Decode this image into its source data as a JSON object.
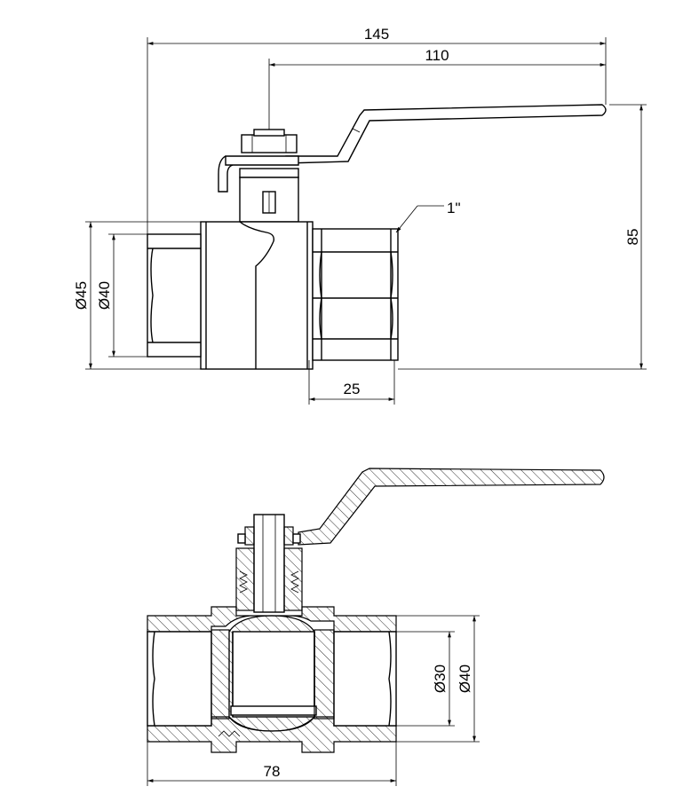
{
  "top_view": {
    "dimensions": {
      "overall_length": "145",
      "handle_length": "110",
      "height": "85",
      "outer_diameter": "Ø45",
      "body_diameter": "Ø40",
      "thread_length": "25",
      "thread_size": "1\""
    }
  },
  "section_view": {
    "dimensions": {
      "bore_diameter": "Ø30",
      "outer_diameter": "Ø40",
      "body_length": "78"
    }
  }
}
